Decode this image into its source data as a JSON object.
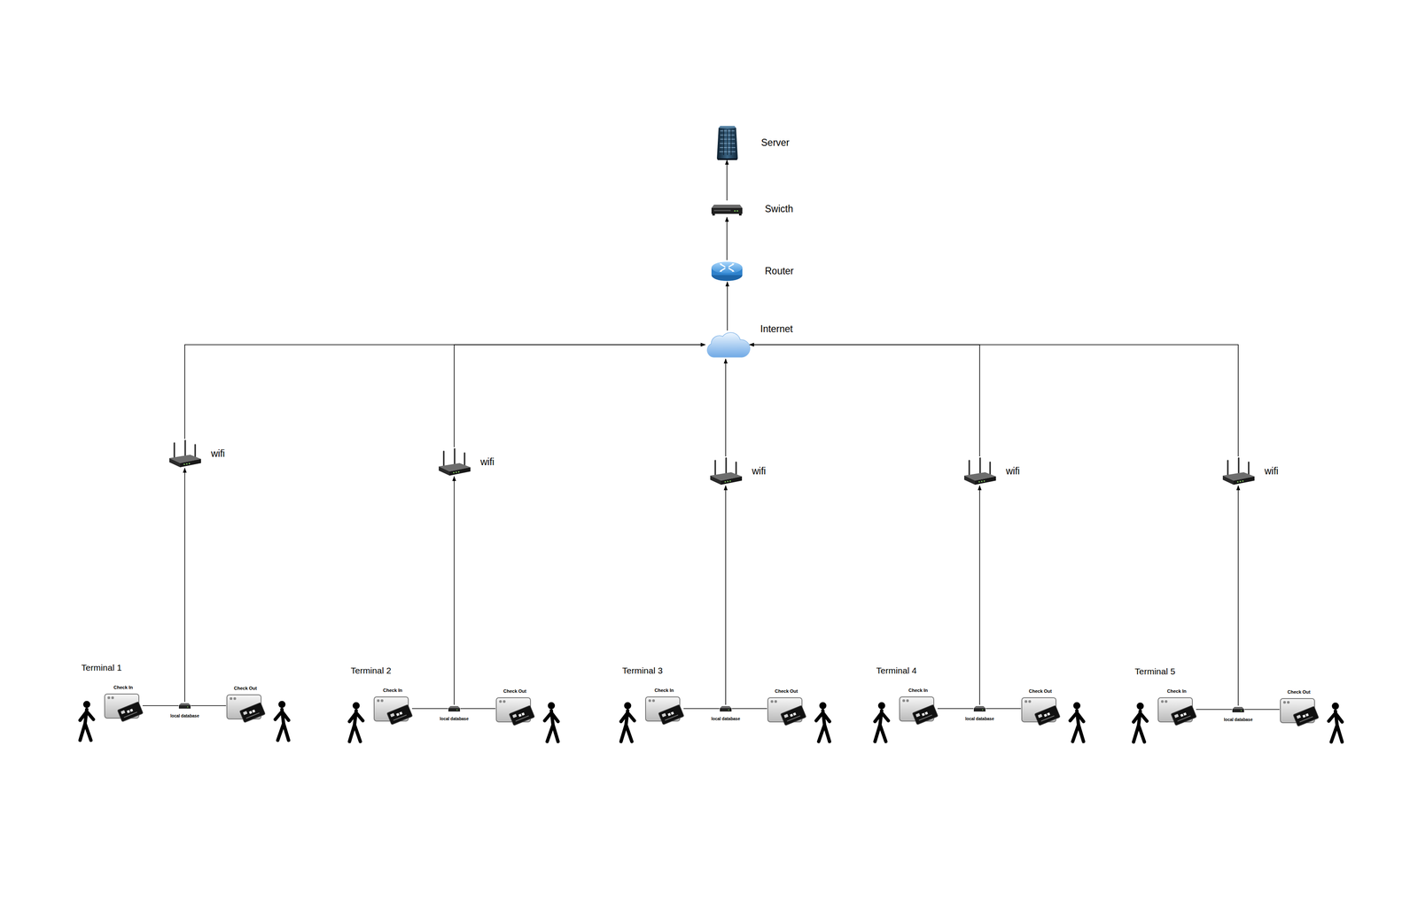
{
  "diagram": {
    "nodes": [
      {
        "text": [
          "Server"
        ]
      },
      {
        "text": [
          "Swicth"
        ]
      },
      {
        "text": [
          "Router"
        ]
      },
      {
        "text": [
          "Internet"
        ]
      },
      {
        "text": [
          "wifi"
        ]
      },
      {
        "text": [
          "wifi"
        ]
      },
      {
        "text": [
          "wifi"
        ]
      },
      {
        "text": [
          "wifi"
        ]
      },
      {
        "text": [
          "wifi"
        ]
      },
      {
        "text": [
          "Terminal 1"
        ]
      },
      {
        "text": [
          "Check In"
        ],
        "in": 9
      },
      {
        "text": [
          "local database"
        ],
        "in": 9
      },
      {
        "text": [
          "Check Out"
        ],
        "in": 9
      },
      {
        "text": [
          "Terminal 2"
        ]
      },
      {
        "text": [
          "Check In"
        ],
        "in": 13
      },
      {
        "text": [
          "local database"
        ],
        "in": 13
      },
      {
        "text": [
          "Check Out"
        ],
        "in": 13
      },
      {
        "text": [
          "Terminal 3"
        ]
      },
      {
        "text": [
          "Check In"
        ],
        "in": 17
      },
      {
        "text": [
          "local database"
        ],
        "in": 17
      },
      {
        "text": [
          "Check Out"
        ],
        "in": 17
      },
      {
        "text": [
          "Terminal 4"
        ]
      },
      {
        "text": [
          "Check In"
        ],
        "in": 21
      },
      {
        "text": [
          "local database"
        ],
        "in": 21
      },
      {
        "text": [
          "Check Out"
        ],
        "in": 21
      },
      {
        "text": [
          "Terminal 5"
        ]
      },
      {
        "text": [
          "Check In"
        ],
        "in": 25
      },
      {
        "text": [
          "local database"
        ],
        "in": 25
      },
      {
        "text": [
          "Check Out"
        ],
        "in": 25
      }
    ],
    "edges": [
      {
        "from": 1,
        "to": 0,
        "arrow": "to"
      },
      {
        "from": 2,
        "to": 1,
        "arrow": "to"
      },
      {
        "from": 3,
        "to": 2,
        "arrow": "to"
      },
      {
        "from": 4,
        "to": 3,
        "arrow": "to"
      },
      {
        "from": 5,
        "to": 3,
        "arrow": "to"
      },
      {
        "from": 6,
        "to": 3,
        "arrow": "to"
      },
      {
        "from": 7,
        "to": 3,
        "arrow": "to"
      },
      {
        "from": 8,
        "to": 3,
        "arrow": "to"
      },
      {
        "from": 11,
        "to": 4,
        "arrow": "to"
      },
      {
        "from": 10,
        "to": 11,
        "arrow": "none"
      },
      {
        "from": 11,
        "to": 12,
        "arrow": "none"
      },
      {
        "from": 15,
        "to": 5,
        "arrow": "to"
      },
      {
        "from": 14,
        "to": 15,
        "arrow": "none"
      },
      {
        "from": 15,
        "to": 16,
        "arrow": "none"
      },
      {
        "from": 19,
        "to": 6,
        "arrow": "to"
      },
      {
        "from": 18,
        "to": 19,
        "arrow": "none"
      },
      {
        "from": 19,
        "to": 20,
        "arrow": "none"
      },
      {
        "from": 23,
        "to": 7,
        "arrow": "to"
      },
      {
        "from": 22,
        "to": 23,
        "arrow": "none"
      },
      {
        "from": 23,
        "to": 24,
        "arrow": "none"
      },
      {
        "from": 27,
        "to": 8,
        "arrow": "to"
      },
      {
        "from": 26,
        "to": 27,
        "arrow": "none"
      },
      {
        "from": 27,
        "to": 28,
        "arrow": "none"
      }
    ]
  }
}
